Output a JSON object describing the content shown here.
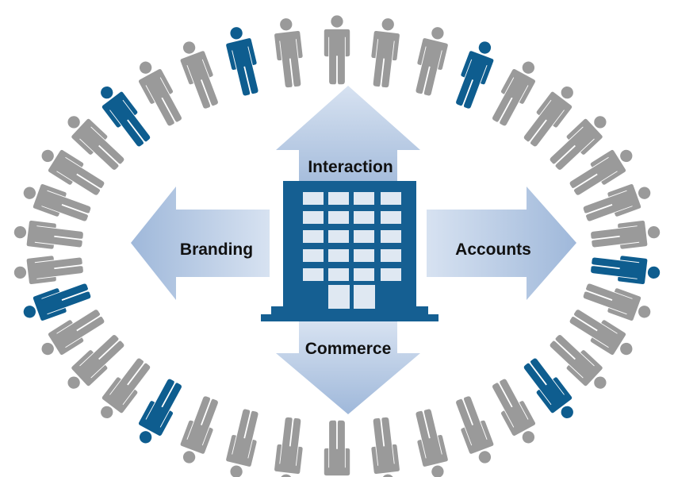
{
  "labels": {
    "top": "Interaction",
    "left": "Branding",
    "right": "Accounts",
    "bottom": "Commerce"
  },
  "ring": {
    "count": 38,
    "highlighted": [
      3,
      10,
      14,
      23,
      27,
      33,
      36
    ],
    "icon": "person-icon"
  },
  "center_icon": "office-building-icon",
  "colors": {
    "person_gray": "#9a9a9a",
    "person_highlight": "#0e5d8f",
    "arrow_light": "#c7d6ea",
    "arrow_dark": "#9fb8da",
    "building": "#155f92",
    "building_window": "#dfe8f2"
  }
}
